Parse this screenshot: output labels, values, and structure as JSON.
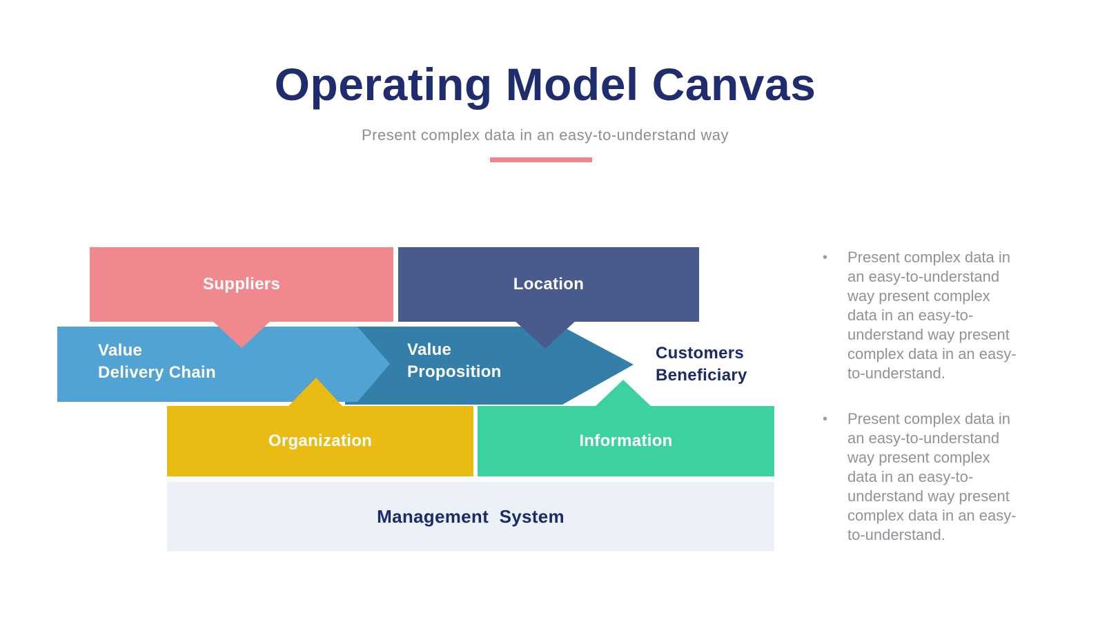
{
  "header": {
    "title": "Operating Model Canvas",
    "subtitle": "Present complex data in an easy-to-understand way",
    "underline_color": "#F4848B"
  },
  "diagram": {
    "colors": {
      "suppliers": "#F0898D",
      "location": "#495A8C",
      "value_delivery_chain": "#51A3D3",
      "value_proposition": "#337FA9",
      "organization": "#EABB13",
      "information": "#3DD0A0",
      "management_system": "#ECF1F7",
      "navy_text": "#1B2A6B"
    },
    "labels": {
      "suppliers": "Suppliers",
      "location": "Location",
      "value_delivery_chain": [
        "Value",
        "Delivery Chain"
      ],
      "value_proposition": [
        "Value",
        "Proposition"
      ],
      "customers_beneficiary": [
        "Customers",
        "Beneficiary"
      ],
      "organization": "Organization",
      "information": "Information",
      "management_system": "Management System"
    }
  },
  "bullets": [
    {
      "marker": "•",
      "text": "Present complex data in an easy-to-understand way present complex data in an easy-to-understand way present complex data in an easy-to-understand."
    },
    {
      "marker": "•",
      "text": "Present complex data in an easy-to-understand way present complex data in an easy-to-understand way present complex data in an easy-to-understand."
    }
  ]
}
